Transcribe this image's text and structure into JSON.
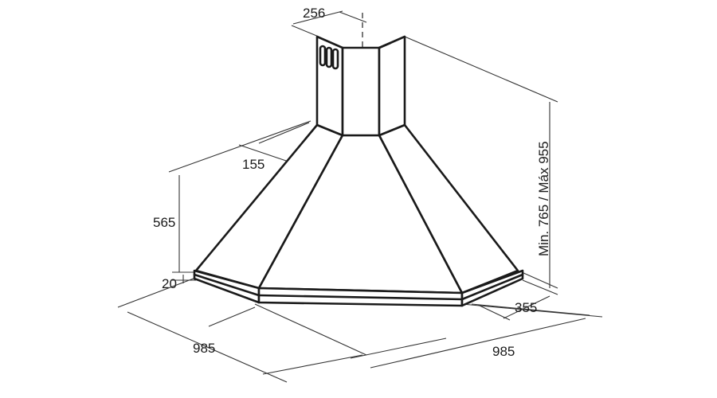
{
  "diagram": {
    "subject": "corner-cooker-hood",
    "colors": {
      "line": "#1a1a1a",
      "dimension": "#333333",
      "background": "#ffffff"
    },
    "dimensions": {
      "chimney_width": "256",
      "chimney_depth": "155",
      "hood_height": "565",
      "rim_height": "20",
      "total_height": "Min. 765 / Máx 955",
      "front_depth": "355",
      "left_width": "985",
      "right_width": "985"
    }
  }
}
